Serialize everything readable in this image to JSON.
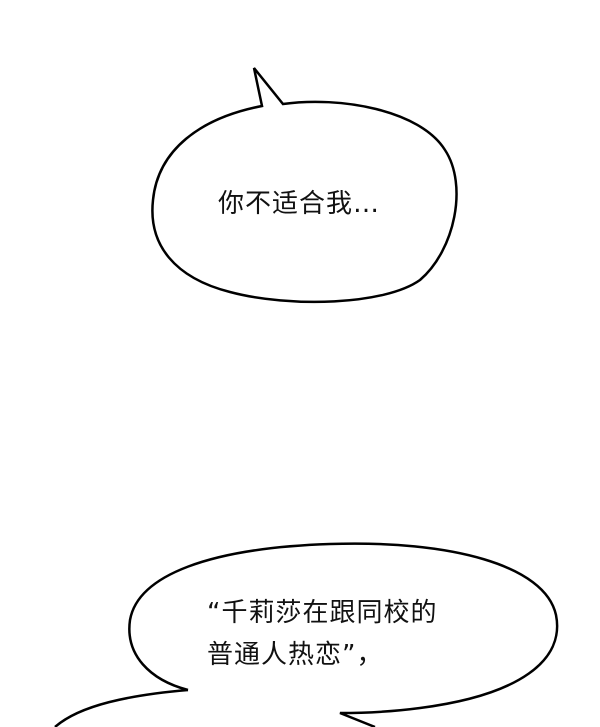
{
  "panel": {
    "background": "#ffffff",
    "stroke_color": "#000000",
    "text_color": "#111111"
  },
  "bubbles": [
    {
      "lines": [
        "你不适合我…"
      ]
    },
    {
      "lines": [
        "“千莉莎在跟同校的",
        "普通人热恋”，"
      ]
    }
  ]
}
